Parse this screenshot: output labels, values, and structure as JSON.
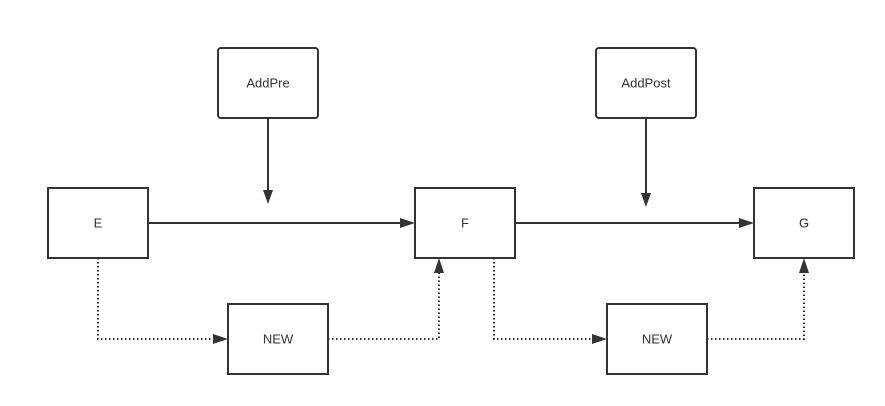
{
  "nodes": {
    "add_pre": "AddPre",
    "add_post": "AddPost",
    "e": "E",
    "f": "F",
    "g": "G",
    "new_1": "NEW",
    "new_2": "NEW"
  },
  "colors": {
    "stroke": "#333333",
    "background": "#ffffff"
  }
}
